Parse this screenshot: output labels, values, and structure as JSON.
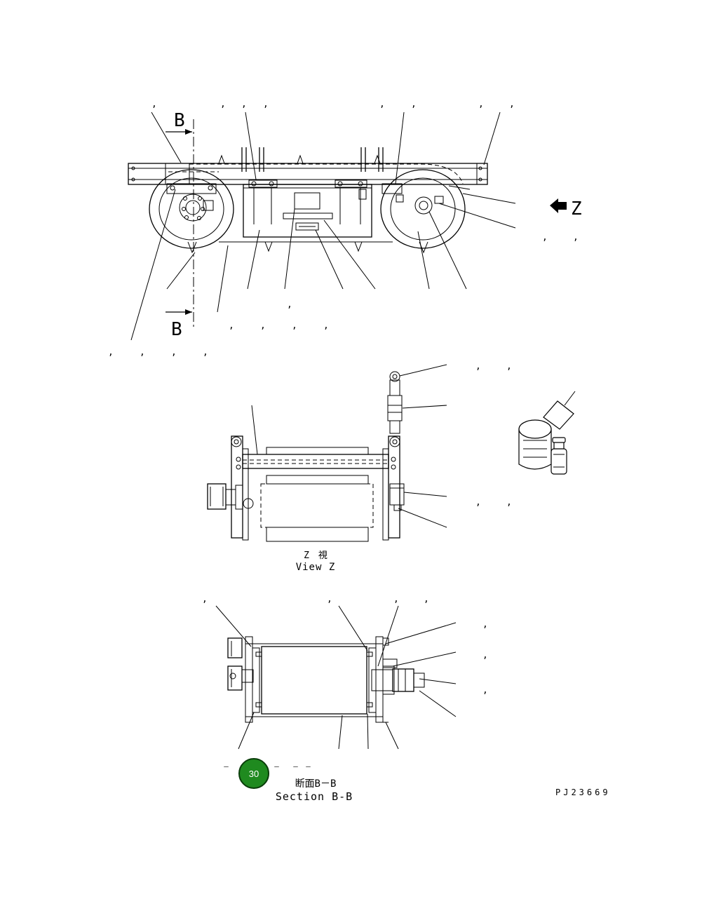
{
  "labels": {
    "section_letter": "B",
    "z_letter": "Z",
    "view_z_jp": "Z　視",
    "view_z_en": "View Z",
    "section_jp": "断面B－B",
    "section_en": "Section B-B",
    "drawing_id": "PJ23669",
    "badge": "30",
    "comma": ",",
    "dash_marks": "－　　　　　－　－　　－　－"
  },
  "colors": {
    "line": "#000000",
    "badge_fill": "#1f8a1f",
    "badge_ring": "#0a3d0a",
    "badge_text": "#ffffff"
  },
  "icons": {
    "direction_arrow": "arrow-left-icon",
    "lubricant": "grease-can-icon"
  }
}
